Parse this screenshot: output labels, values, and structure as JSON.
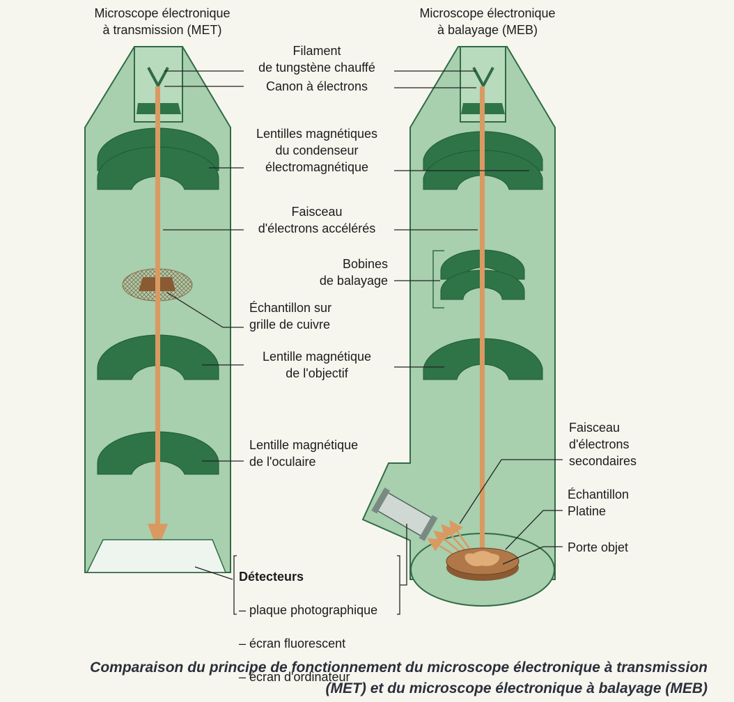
{
  "met": {
    "title": "Microscope électronique\nà transmission (MET)"
  },
  "meb": {
    "title": "Microscope électronique\nà balayage (MEB)"
  },
  "labels": {
    "filament": "Filament\nde tungstène chauffé",
    "canon": "Canon à électrons",
    "condenseur": "Lentilles magnétiques\ndu condenseur\nélectromagnétique",
    "faisceau": "Faisceau\nd'électrons accélérés",
    "bobines": "Bobines\nde balayage",
    "echantillon_grille": "Échantillon sur\ngrille de cuivre",
    "objectif": "Lentille magnétique\nde l'objectif",
    "oculaire": "Lentille magnétique\nde l'oculaire",
    "secondaires": "Faisceau\nd'électrons\nsecondaires",
    "echantillon_platine": "Échantillon\nPlatine",
    "porte_objet": "Porte objet"
  },
  "detecteurs": {
    "title": "Détecteurs",
    "items": [
      "– plaque photographique",
      "– écran fluorescent",
      "– écran d'ordinateur"
    ]
  },
  "caption": "Comparaison du principe de fonctionnement du microscope électronique à transmission\n(MET) et du microscope électronique à balayage (MEB)",
  "colors": {
    "body_fill": "#a8cfae",
    "body_stroke": "#2f6b44",
    "lens": "#2e7447",
    "beam": "#d99a62",
    "background": "#f6f6ef"
  }
}
